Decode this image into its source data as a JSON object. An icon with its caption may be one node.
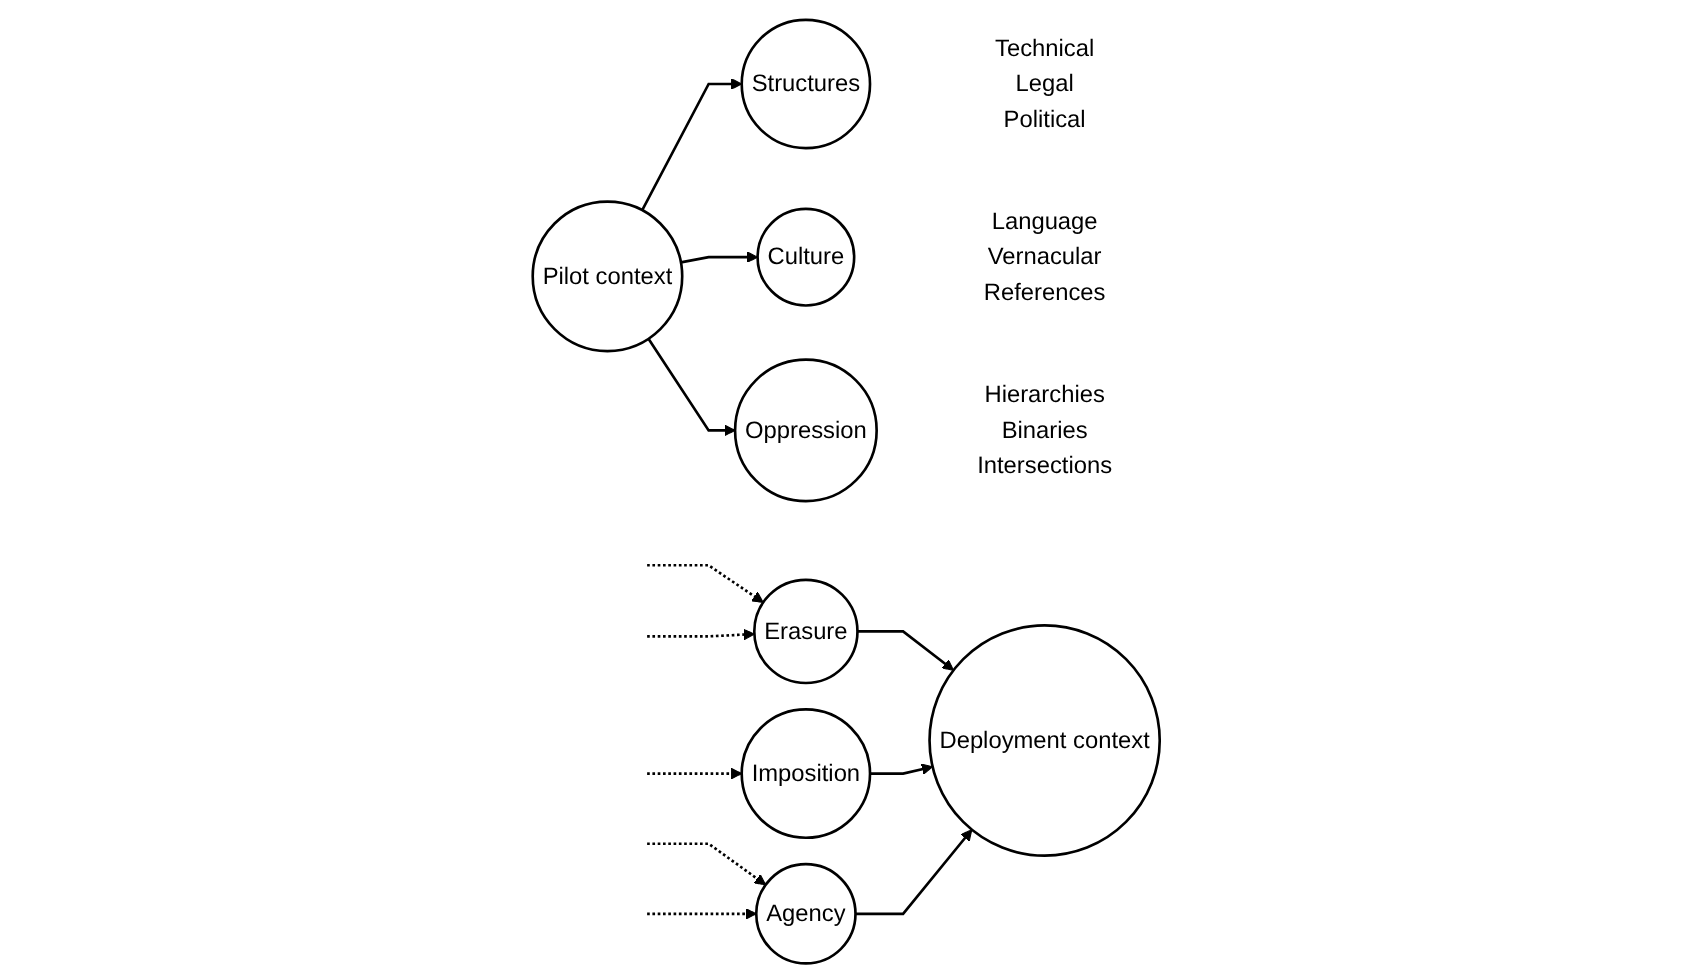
{
  "diagram": {
    "nodes": [
      {
        "text": [
          "Pilot context"
        ]
      },
      {
        "text": [
          "Structures"
        ],
        "beside": [
          "Technical",
          "Legal",
          "Political"
        ]
      },
      {
        "text": [
          "Culture"
        ],
        "beside": [
          "Language",
          "Vernacular",
          "References"
        ]
      },
      {
        "text": [
          "Oppression"
        ],
        "beside": [
          "Hierarchies",
          "Binaries",
          "Intersections"
        ]
      },
      {
        "text": [
          "Erasure"
        ]
      },
      {
        "text": [
          "Imposition"
        ]
      },
      {
        "text": [
          "Agency"
        ]
      },
      {
        "text": [
          "Deployment context"
        ]
      }
    ],
    "edges": [
      {
        "from": 0,
        "to": 1,
        "arrow": "to"
      },
      {
        "from": 0,
        "to": 2,
        "arrow": "to"
      },
      {
        "from": 0,
        "to": 3,
        "arrow": "to"
      },
      {
        "from": null,
        "to": 4,
        "arrow": "to",
        "style": "dashed"
      },
      {
        "from": null,
        "to": 4,
        "arrow": "to",
        "style": "dashed"
      },
      {
        "from": null,
        "to": 5,
        "arrow": "to",
        "style": "dashed"
      },
      {
        "from": null,
        "to": 6,
        "arrow": "to",
        "style": "dashed"
      },
      {
        "from": null,
        "to": 6,
        "arrow": "to",
        "style": "dashed"
      },
      {
        "from": 4,
        "to": 7,
        "arrow": "to"
      },
      {
        "from": 5,
        "to": 7,
        "arrow": "to"
      },
      {
        "from": 6,
        "to": 7,
        "arrow": "to"
      }
    ]
  }
}
